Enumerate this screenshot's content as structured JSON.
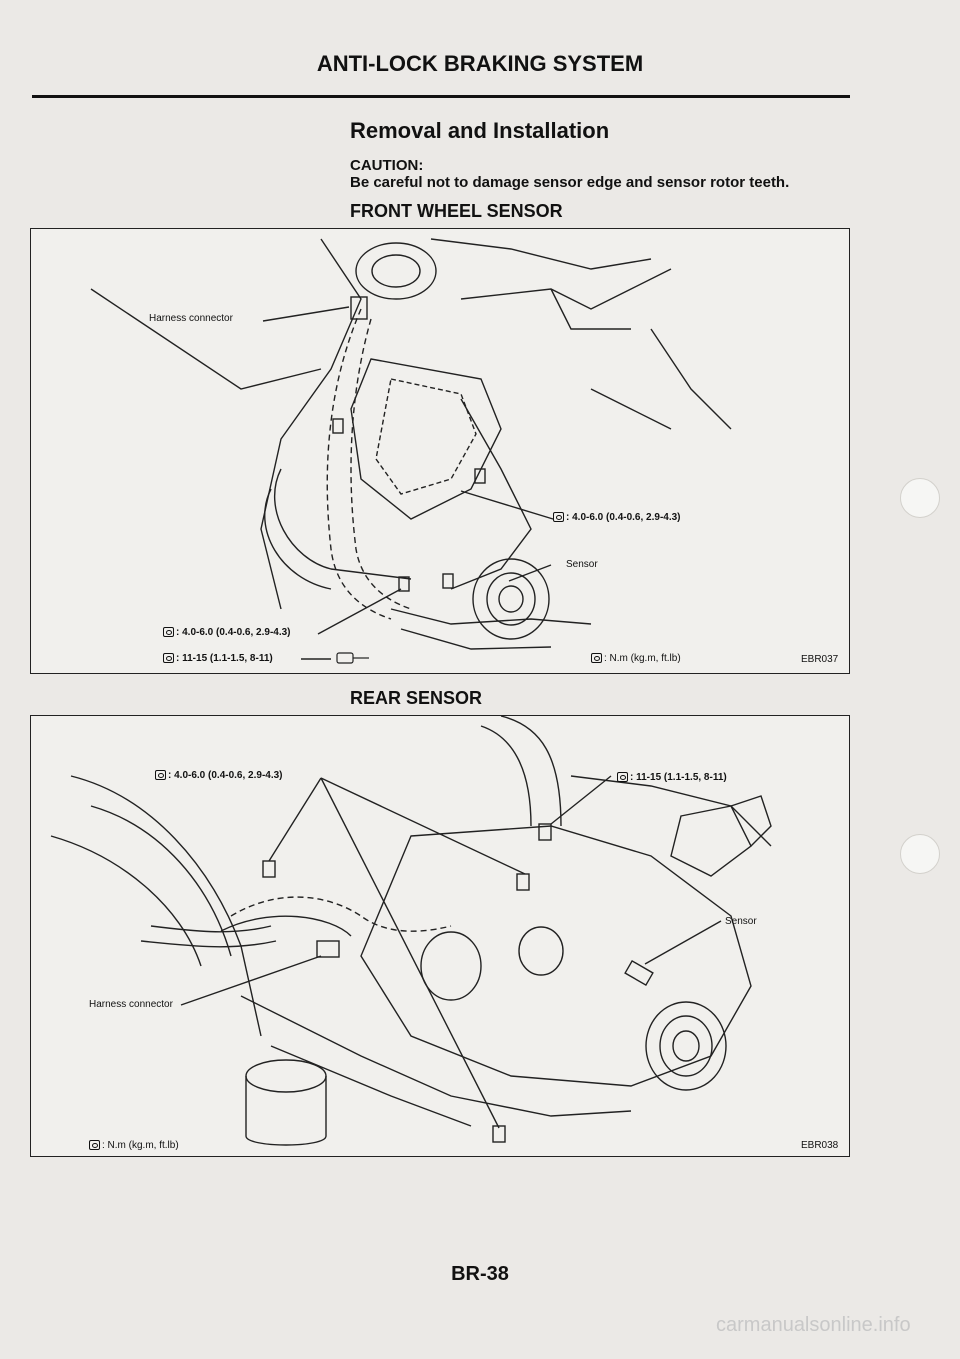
{
  "page": {
    "header_title": "ANTI-LOCK BRAKING SYSTEM",
    "section_title": "Removal and Installation",
    "caution_label": "CAUTION:",
    "caution_text": "Be careful not to damage sensor edge and sensor rotor teeth.",
    "page_number": "BR-38",
    "watermark": "carmanualsonline.info"
  },
  "front": {
    "heading": "FRONT WHEEL SENSOR",
    "harness_connector": "Harness connector",
    "torque_upper": ": 4.0-6.0 (0.4-0.6, 2.9-4.3)",
    "sensor": "Sensor",
    "torque_lower_1": ": 4.0-6.0 (0.4-0.6, 2.9-4.3)",
    "torque_lower_2": ": 11-15 (1.1-1.5, 8-11)",
    "units": ": N.m (kg.m, ft.lb)",
    "figure_id": "EBR037"
  },
  "rear": {
    "heading": "REAR SENSOR",
    "torque_left": ": 4.0-6.0 (0.4-0.6, 2.9-4.3)",
    "torque_right": ": 11-15 (1.1-1.5, 8-11)",
    "sensor": "Sensor",
    "harness_connector": "Harness connector",
    "units": ": N.m (kg.m, ft.lb)",
    "figure_id": "EBR038"
  }
}
